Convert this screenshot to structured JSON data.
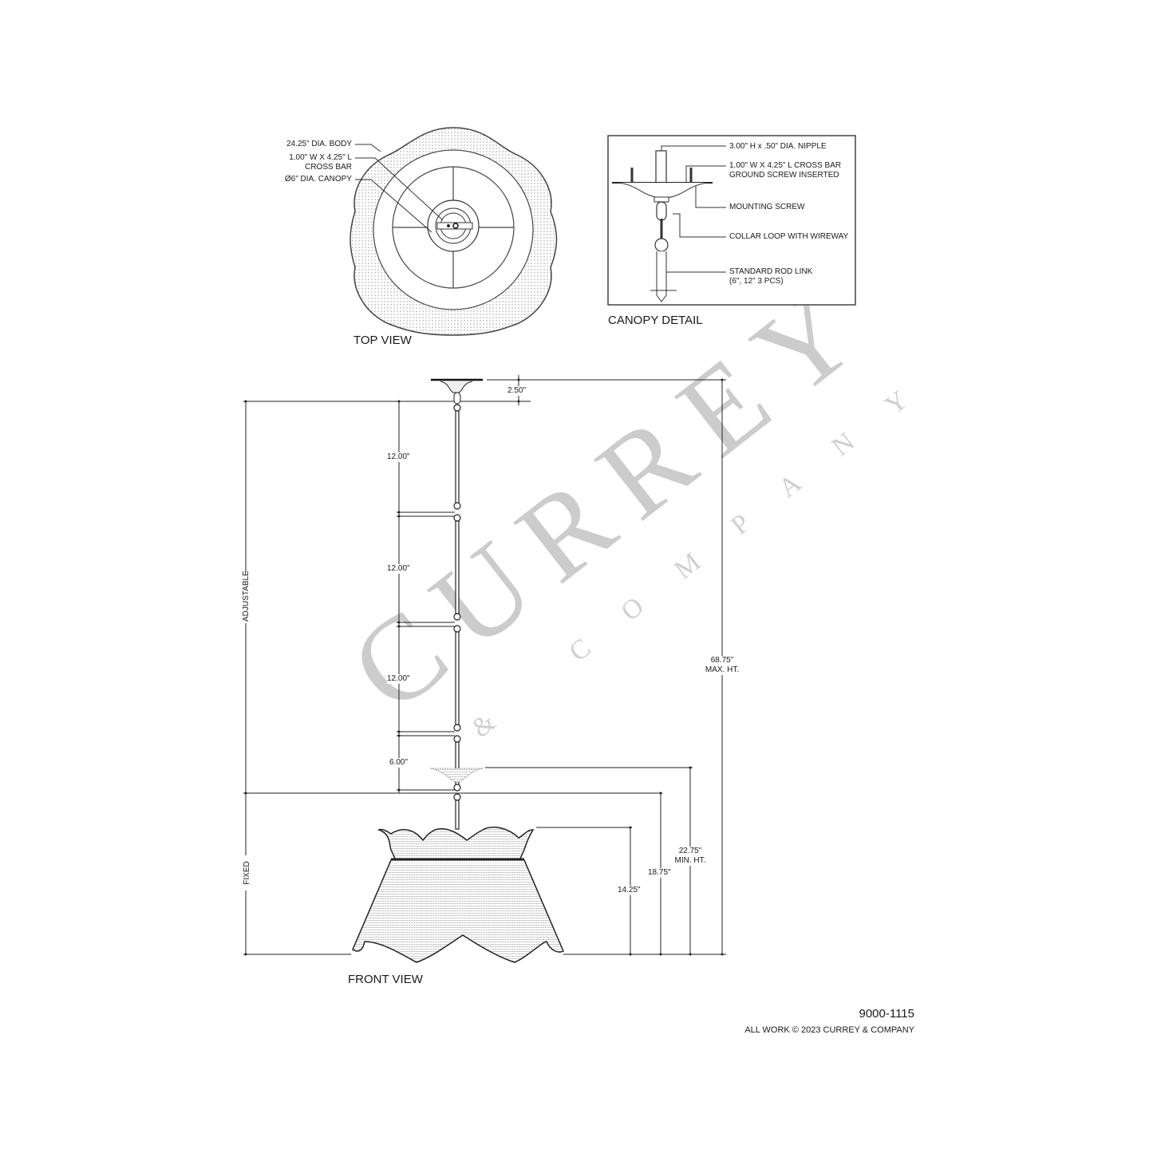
{
  "document": {
    "part_number": "9000-1115",
    "copyright": "ALL WORK © 2023 CURREY & COMPANY"
  },
  "watermark": {
    "brand": "CURREY",
    "sub": "& COMPANY",
    "color": "#c8c8c8"
  },
  "top_view": {
    "title": "TOP VIEW",
    "callouts": [
      {
        "line1": "24.25\" DIA. BODY",
        "line2": ""
      },
      {
        "line1": "1.00\" W X 4.25\" L",
        "line2": "CROSS BAR"
      },
      {
        "line1": "Ø6\" DIA. CANOPY",
        "line2": ""
      }
    ]
  },
  "canopy_detail": {
    "title": "CANOPY DETAIL",
    "callouts": [
      {
        "line1": "3.00\" H x .50\" DIA. NIPPLE",
        "line2": ""
      },
      {
        "line1": "1.00\" W X 4.25\" L CROSS BAR",
        "line2": "GROUND SCREW INSERTED"
      },
      {
        "line1": "MOUNTING SCREW",
        "line2": ""
      },
      {
        "line1": "COLLAR LOOP WITH WIREWAY",
        "line2": ""
      },
      {
        "line1": "STANDARD ROD LINK",
        "line2": "(6\", 12\" 3 PCS)"
      }
    ]
  },
  "front_view": {
    "title": "FRONT VIEW",
    "dimensions": {
      "canopy_height": "2.50\"",
      "rod_1": "12.00\"",
      "rod_2": "12.00\"",
      "rod_3": "12.00\"",
      "rod_4": "6.00\"",
      "adjustable_label": "ADJUSTABLE",
      "fixed_label": "FIXED",
      "body_height": "14.25\"",
      "fixed_height": "18.75\"",
      "min_height": "22.75\"",
      "min_height_label": "MIN. HT.",
      "max_height": "68.75\"",
      "max_height_label": "MAX. HT."
    }
  }
}
